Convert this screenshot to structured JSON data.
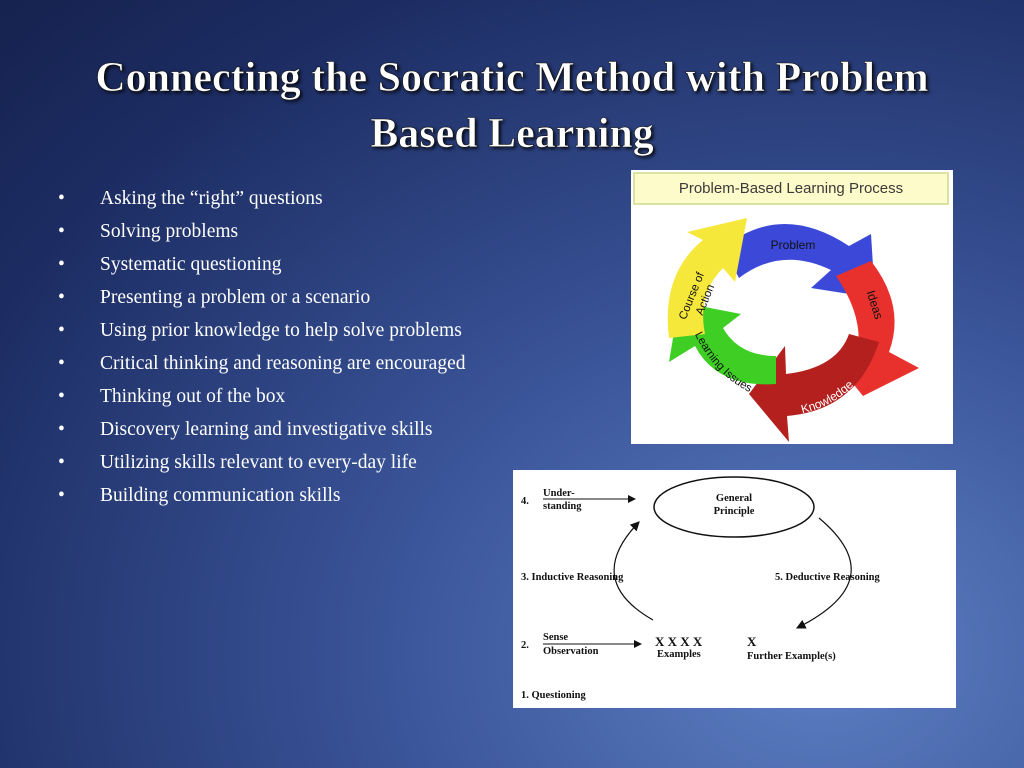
{
  "slide": {
    "title_line1": "Connecting the Socratic Method with Problem",
    "title_line2": "Based Learning",
    "bullet_glyph": "•",
    "bullets": [
      "Asking the “right” questions",
      "Solving problems",
      "Systematic questioning",
      "Presenting a problem or a scenario",
      "Using prior knowledge to help solve problems",
      "Critical thinking and reasoning are encouraged",
      "Thinking out of the box",
      "Discovery learning and investigative skills",
      "Utilizing skills relevant to every-day life",
      "Building communication skills"
    ]
  },
  "pbl_diagram": {
    "header": "Problem-Based Learning Process",
    "segments": {
      "problem": "Problem",
      "ideas": "Ideas",
      "knowledge": "Knowledge",
      "learning_issues": "Learning Issues",
      "course_line1": "Course of",
      "course_line2": "Action"
    },
    "colors": {
      "problem": "#3c49d8",
      "ideas": "#e8312d",
      "knowledge": "#b3201e",
      "learning_issues": "#3fcf24",
      "course": "#f6e83a"
    }
  },
  "socratic_diagram": {
    "step4_num": "4.",
    "step4_line1": "Under-",
    "step4_line2": "standing",
    "general_line1": "General",
    "general_line2": "Principle",
    "step3": "3. Inductive Reasoning",
    "step5": "5. Deductive Reasoning",
    "step2_num": "2.",
    "step2_line1": "Sense",
    "step2_line2": "Observation",
    "examples_marks": "X X X X",
    "examples_label": "Examples",
    "further_mark": "X",
    "further_label": "Further Example(s)",
    "step1": "1. Questioning"
  }
}
